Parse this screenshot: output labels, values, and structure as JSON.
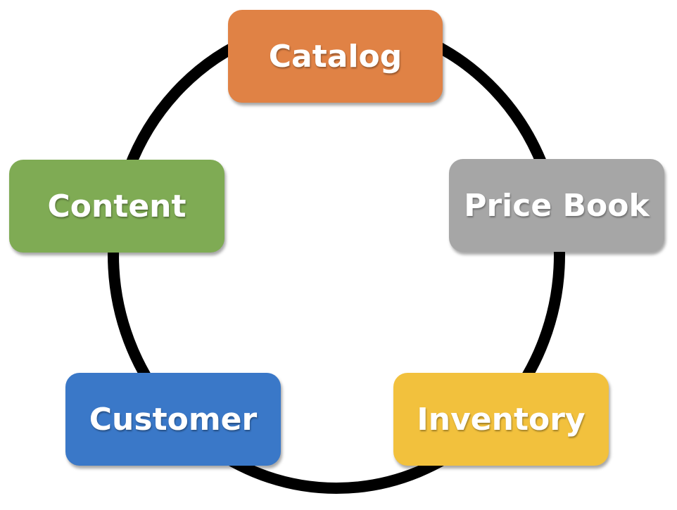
{
  "diagram": {
    "ring_color": "#000000",
    "nodes": [
      {
        "key": "catalog",
        "label": "Catalog",
        "color": "#E08245"
      },
      {
        "key": "pricebook",
        "label": "Price Book",
        "color": "#A6A6A6"
      },
      {
        "key": "inventory",
        "label": "Inventory",
        "color": "#F2C13D"
      },
      {
        "key": "customer",
        "label": "Customer",
        "color": "#3A78C8"
      },
      {
        "key": "content",
        "label": "Content",
        "color": "#7FAB54"
      }
    ]
  }
}
